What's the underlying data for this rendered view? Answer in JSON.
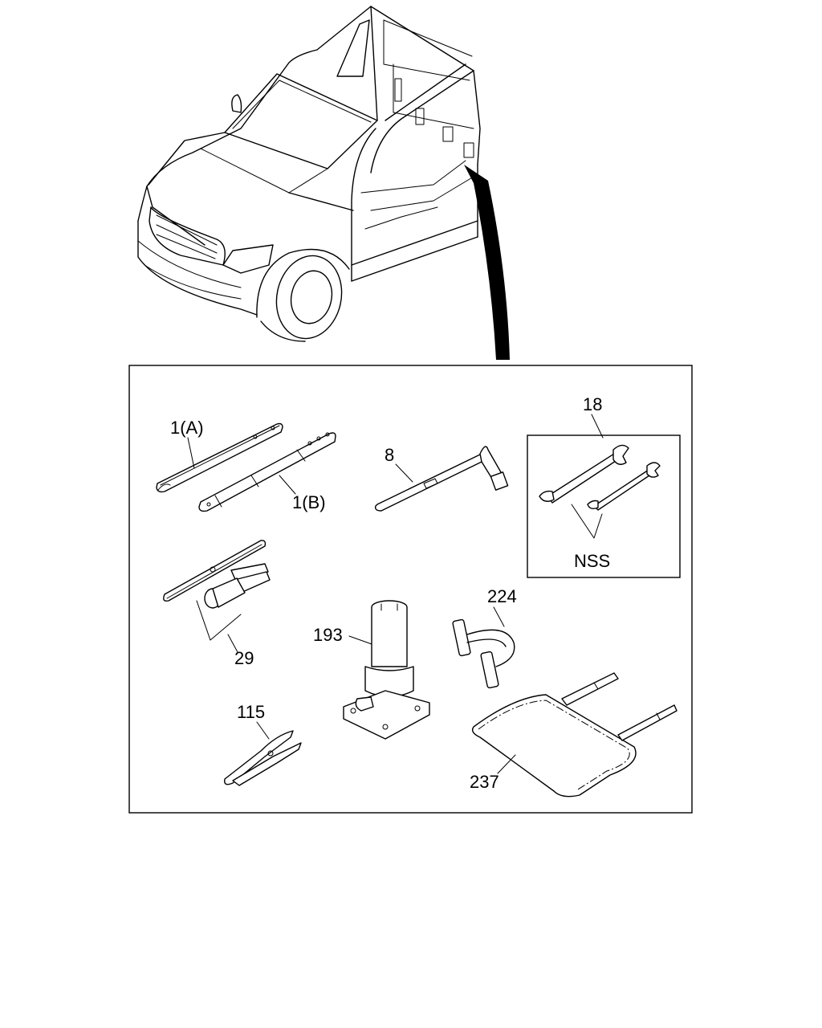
{
  "labels": {
    "p1a": "1(A)",
    "p1b": "1(B)",
    "p8": "8",
    "p18": "18",
    "nss": "NSS",
    "p29": "29",
    "p193": "193",
    "p224": "224",
    "p115": "115",
    "p237": "237"
  }
}
